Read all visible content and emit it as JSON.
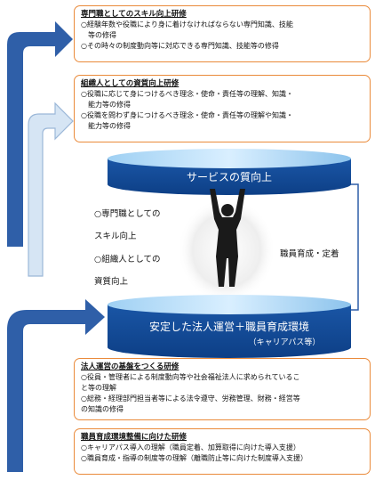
{
  "box_professional": {
    "title": "専門職としてのスキル向上研修",
    "items": [
      "○経験年数や役職により身に着けなければならない専門知識、技能",
      "　等の修得",
      "○その時々の制度動向等に対応できる専門知識、技能等の修得"
    ]
  },
  "box_organization": {
    "title": "組織人としての資質向上研修",
    "items": [
      "○役職に応じて身につけるべき理念・使命・責任等の理解、知識・",
      "　能力等の修得",
      "○役職を問わず身につけるべき理念・使命・責任等の理解や知識・",
      "　能力等の修得"
    ]
  },
  "top_cylinder": {
    "label": "サービスの質向上"
  },
  "bottom_cylinder": {
    "label": "安定した法人運営＋職員育成環境",
    "sublabel": "（キャリアパス等）"
  },
  "left_text": [
    "○専門職としての",
    "スキル向上",
    "○組織人としての",
    "資質向上"
  ],
  "right_text": "職員育成・定着",
  "box_foundation": {
    "title": "法人運営の基盤をつくる研修",
    "items": [
      "○役員・管理者による制度動向等や社会福祉法人に求められているこ",
      "と等の理解",
      "○総務・経理部門担当者等による法令遵守、労務管理、財務・経営等",
      "の知識の修得"
    ]
  },
  "box_environment": {
    "title": "職員育成環境整備に向けた研修",
    "items": [
      "○キャリアパス導入の理解（職員定着、加算取得に向けた導入支援）",
      "○職員育成・指導の制度等の理解（離職防止等に向けた制度導入支援）"
    ]
  },
  "colors": {
    "orange": "#ea8a3a",
    "blue_arrow": "#2f5fa8",
    "light_arrow": "#cfe0f1",
    "cylinder": "#1f5da8"
  }
}
